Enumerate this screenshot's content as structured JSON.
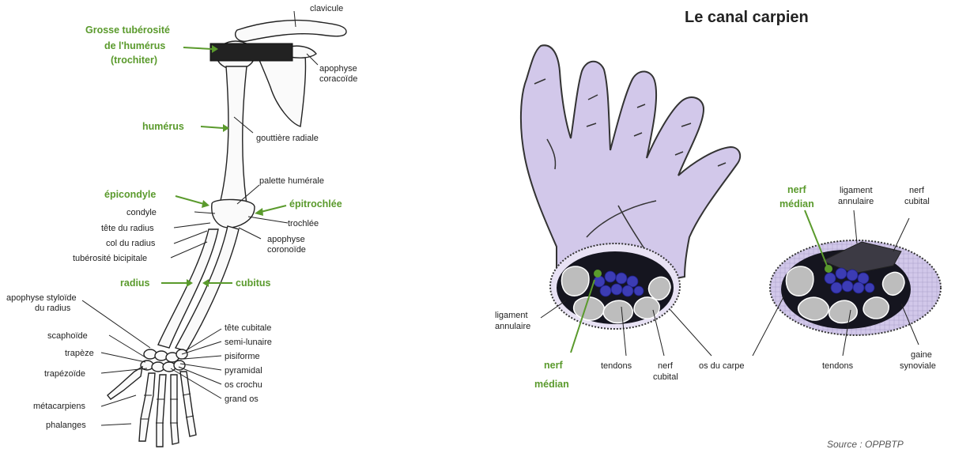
{
  "arm": {
    "labels": {
      "clavicule": "clavicule",
      "apophyse_coracoide": [
        "apophyse",
        "coracoïde"
      ],
      "gouttiere_radiale": "gouttière radiale",
      "palette_humerale": "palette humérale",
      "condyle": "condyle",
      "tete_radius": "tête du radius",
      "col_radius": "col du radius",
      "tuberosite": "tubérosité bicipitale",
      "trochlee": "trochlée",
      "apophyse_coronoide": [
        "apophyse",
        "coronoïde"
      ],
      "apophyse_styloide": [
        "apophyse styloïde",
        "du radius"
      ],
      "scaphoide": "scaphoïde",
      "trapeze": "trapèze",
      "trapezoide": "trapézoïde",
      "metacarpiens": "métacarpiens",
      "phalanges": "phalanges",
      "tete_cubitale": "tête cubitale",
      "semi_lunaire": "semi-lunaire",
      "pisiforme": "pisiforme",
      "pyramidal": "pyramidal",
      "os_crochu": "os crochu",
      "grand_os": "grand os"
    },
    "green_labels": {
      "grosse_tuberosite": [
        "Grosse tubérosité",
        "de l'humérus",
        "(trochiter)"
      ],
      "humerus": "humérus",
      "epicondyle": "épicondyle",
      "epitrochlee": "épitrochlée",
      "radius": "radius",
      "cubitus": "cubitus"
    }
  },
  "carpal": {
    "title": "Le canal carpien",
    "labels": {
      "ligament_annulaire_left": [
        "ligament",
        "annulaire"
      ],
      "tendons_left": "tendons",
      "nerf_cubital_left": [
        "nerf",
        "cubital"
      ],
      "os_du_carpe": "os du carpe",
      "ligament_annulaire_right": [
        "ligament",
        "annulaire"
      ],
      "nerf_cubital_right": [
        "nerf",
        "cubital"
      ],
      "tendons_right": "tendons",
      "gaine_synoviale": [
        "gaine",
        "synoviale"
      ]
    },
    "green_labels": {
      "nerf_median_left": [
        "nerf",
        "médian"
      ],
      "nerf_median_right": [
        "nerf",
        "médian"
      ]
    },
    "source": "Source : OPPBTP"
  },
  "colors": {
    "label_green": "#5a9a2c",
    "hand_fill": "#d2c8ea",
    "tendon_blue": "#3c3cb4",
    "dark_canal": "#15151f"
  }
}
